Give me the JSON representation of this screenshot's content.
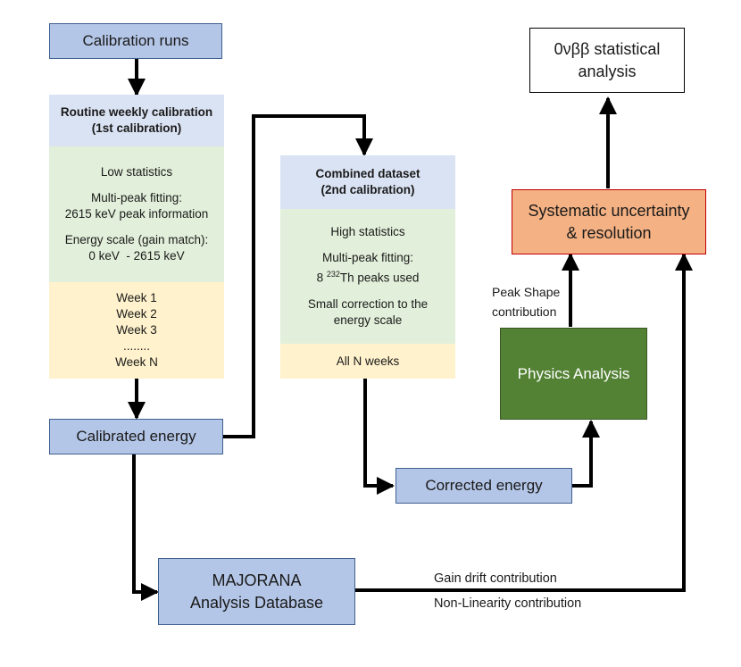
{
  "nodes": {
    "calibration_runs": "Calibration runs",
    "calibrated_energy": "Calibrated energy",
    "corrected_energy": "Corrected energy",
    "majorana_db_line1": "MAJORANA",
    "majorana_db_line2": "Analysis Database",
    "physics_analysis": "Physics Analysis",
    "systematic_line1": "Systematic uncertainty",
    "systematic_line2": "& resolution",
    "statistical_line1": "0νββ statistical",
    "statistical_line2": "analysis"
  },
  "weekly_panel": {
    "header_line1": "Routine weekly calibration",
    "header_line2": "(1st calibration)",
    "stats": "Low statistics",
    "fit_line1": "Multi-peak fitting:",
    "fit_line2": "2615 keV peak information",
    "scale_line1": "Energy scale (gain match):",
    "scale_line2": "0 keV  - 2615 keV",
    "weeks": [
      "Week 1",
      "Week 2",
      "Week 3",
      "........",
      "Week N"
    ]
  },
  "combined_panel": {
    "header_line1": "Combined dataset",
    "header_line2": "(2nd calibration)",
    "stats": "High statistics",
    "fit_line1": "Multi-peak fitting:",
    "fit_line2_prefix": "8 ",
    "fit_line2_sup": "232",
    "fit_line2_suffix": "Th peaks used",
    "correction_line1": "Small correction to the",
    "correction_line2": "energy scale",
    "weeks": "All N weeks"
  },
  "edge_labels": {
    "peak_shape_line1": "Peak Shape",
    "peak_shape_line2": "contribution",
    "gain_drift": "Gain drift contribution",
    "non_linearity": "Non-Linearity contribution"
  },
  "colors": {
    "blue_node": "#b4c6e7",
    "panel_header": "#dae3f3",
    "panel_green": "#e2efda",
    "panel_yellow": "#fff2cc",
    "physics_green": "#548235",
    "systematic_orange": "#f4b183",
    "systematic_border": "#c00000"
  }
}
